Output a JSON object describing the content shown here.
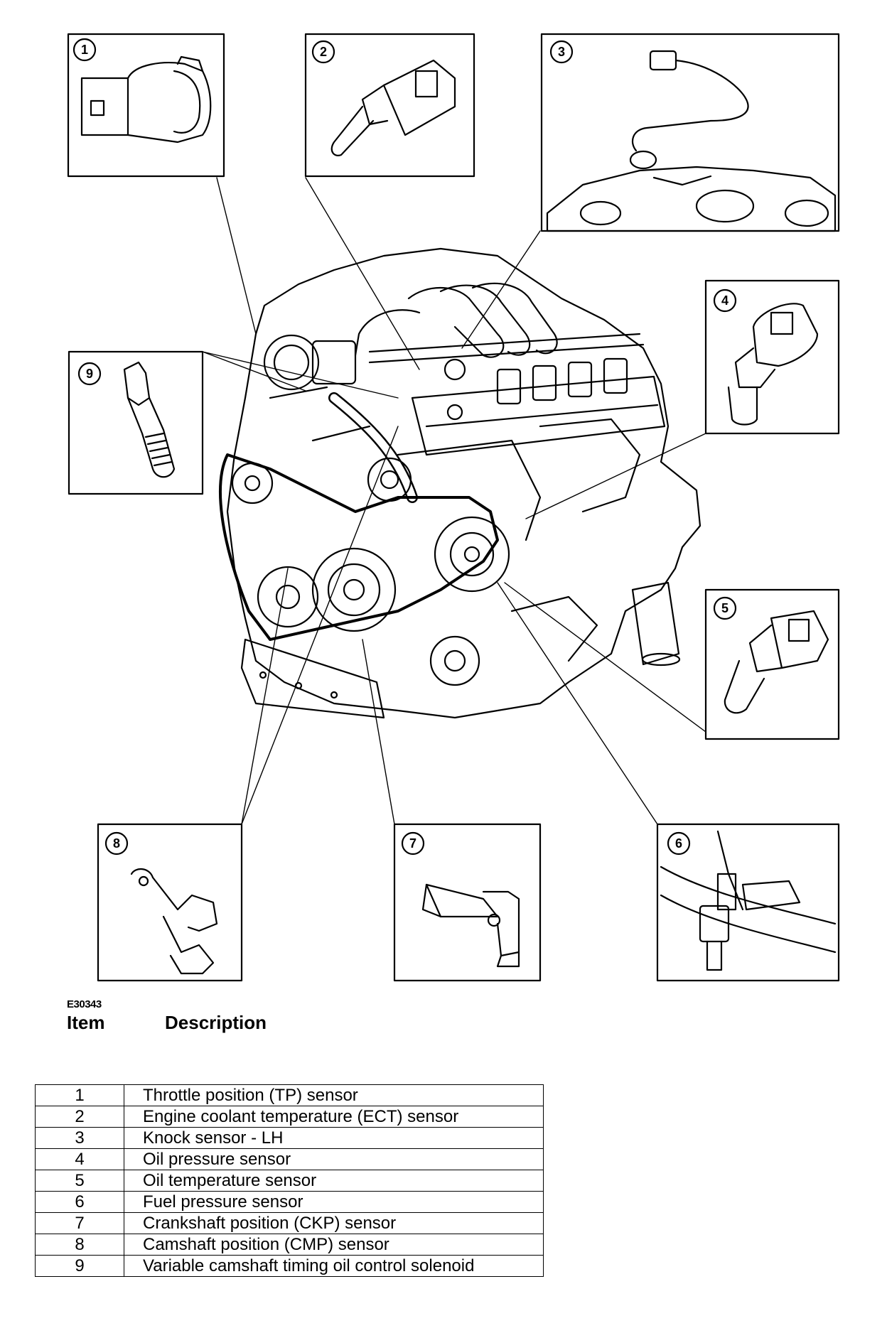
{
  "figure_code": "E30343",
  "header": {
    "item": "Item",
    "description": "Description"
  },
  "legend": [
    {
      "item": "1",
      "description": "Throttle position (TP) sensor"
    },
    {
      "item": "2",
      "description": "Engine coolant temperature (ECT) sensor"
    },
    {
      "item": "3",
      "description": "Knock sensor - LH"
    },
    {
      "item": "4",
      "description": "Oil pressure sensor"
    },
    {
      "item": "5",
      "description": "Oil temperature sensor"
    },
    {
      "item": "6",
      "description": "Fuel pressure sensor"
    },
    {
      "item": "7",
      "description": "Crankshaft position (CKP) sensor"
    },
    {
      "item": "8",
      "description": "Camshaft position (CMP) sensor"
    },
    {
      "item": "9",
      "description": "Variable camshaft timing oil control solenoid"
    }
  ],
  "callouts": [
    "1",
    "2",
    "3",
    "4",
    "5",
    "6",
    "7",
    "8",
    "9"
  ]
}
